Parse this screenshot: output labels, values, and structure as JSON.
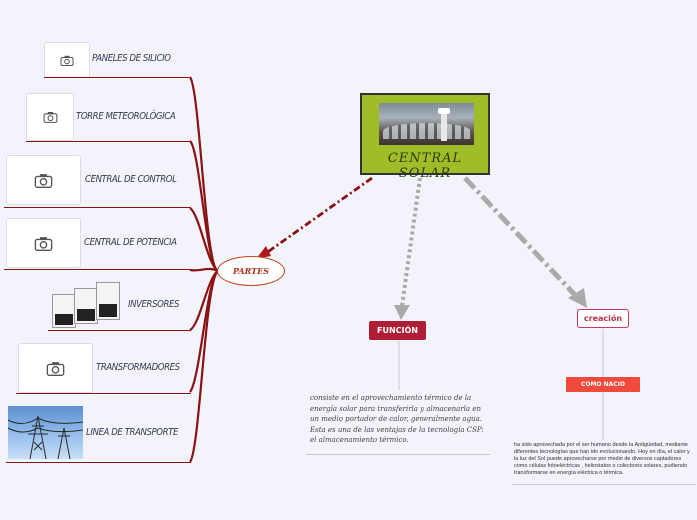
{
  "central": {
    "title": "CENTRAL SOLAR"
  },
  "partes": {
    "label": "PARTES"
  },
  "items": [
    {
      "label": "PANELES DE SILICIO",
      "thumb": "camera-icon"
    },
    {
      "label": "TORRE METEOROLÓGICA",
      "thumb": "camera-icon"
    },
    {
      "label": "CENTRAL DE CONTROL",
      "thumb": "camera-icon"
    },
    {
      "label": "CENTRAL DE POTENCIA",
      "thumb": "camera-icon"
    },
    {
      "label": "INVERSORES",
      "thumb": "inverters-image"
    },
    {
      "label": "TRANSFORMADORES",
      "thumb": "camera-icon"
    },
    {
      "label": "LINEA DE TRANSPORTE",
      "thumb": "power-lines-image"
    }
  ],
  "funcion": {
    "label": "FUNCIÓN",
    "text": "consiste en el aprovechamiento térmico de la energía solar para transferirla y almacenarla en un medio portador de calor, generalmente agua. Esta es una de las ventajas de la tecnología CSP: el almacenamiento térmico."
  },
  "creacion": {
    "label": "creación",
    "sub_label": "COMO NACIO",
    "text": "ha sido aprovechada por el ser humano desde la Antigüedad, mediante diferentes tecnologías que han ido evolucionando. Hoy en día, el calor y la luz del Sol puede aprovecharse por medio de diversos captadores como células fotoeléctricas , heliostatos o colectores solares, pudiendo transformarse en energía eléctrica o térmica."
  },
  "colors": {
    "central_fill": "#9fbd28",
    "branch": "#8a1212",
    "funcion_fill": "#b01e35",
    "sub_fill": "#f04a3c",
    "arrow_gray": "#aaaaaa"
  }
}
